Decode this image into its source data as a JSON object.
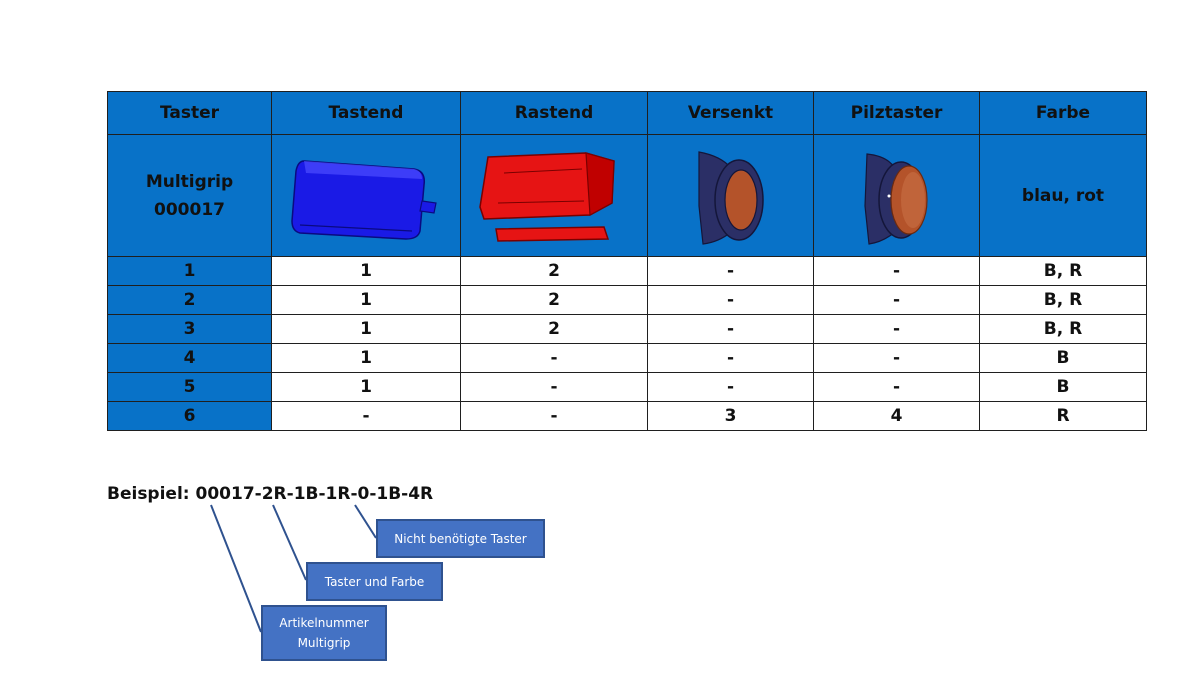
{
  "table": {
    "headers": [
      "Taster",
      "Tastend",
      "Rastend",
      "Versenkt",
      "Pilztaster",
      "Farbe"
    ],
    "product": {
      "name": "Multigrip",
      "number": "000017",
      "farbe": "blau, rot"
    },
    "rows": [
      [
        "1",
        "1",
        "2",
        "-",
        "-",
        "B, R"
      ],
      [
        "2",
        "1",
        "2",
        "-",
        "-",
        "B, R"
      ],
      [
        "3",
        "1",
        "2",
        "-",
        "-",
        "B, R"
      ],
      [
        "4",
        "1",
        "-",
        "-",
        "-",
        "B"
      ],
      [
        "5",
        "1",
        "-",
        "-",
        "-",
        "B"
      ],
      [
        "6",
        "-",
        "-",
        "3",
        "4",
        "R"
      ]
    ]
  },
  "example": {
    "label": "Beispiel: ",
    "code": "00017-2R-1B-1R-0-1B-4R"
  },
  "callouts": {
    "not_needed": "Nicht benötigte Taster",
    "taster_farbe": "Taster und Farbe",
    "artikel_line1": "Artikelnummer",
    "artikel_line2": "Multigrip"
  },
  "colors": {
    "header_blue": "#0872c8",
    "callout_blue": "#4472c4",
    "button_blue": "#1a1ae6",
    "button_red": "#e61414",
    "button_navy": "#2b2f66",
    "button_copper": "#b4532a"
  }
}
